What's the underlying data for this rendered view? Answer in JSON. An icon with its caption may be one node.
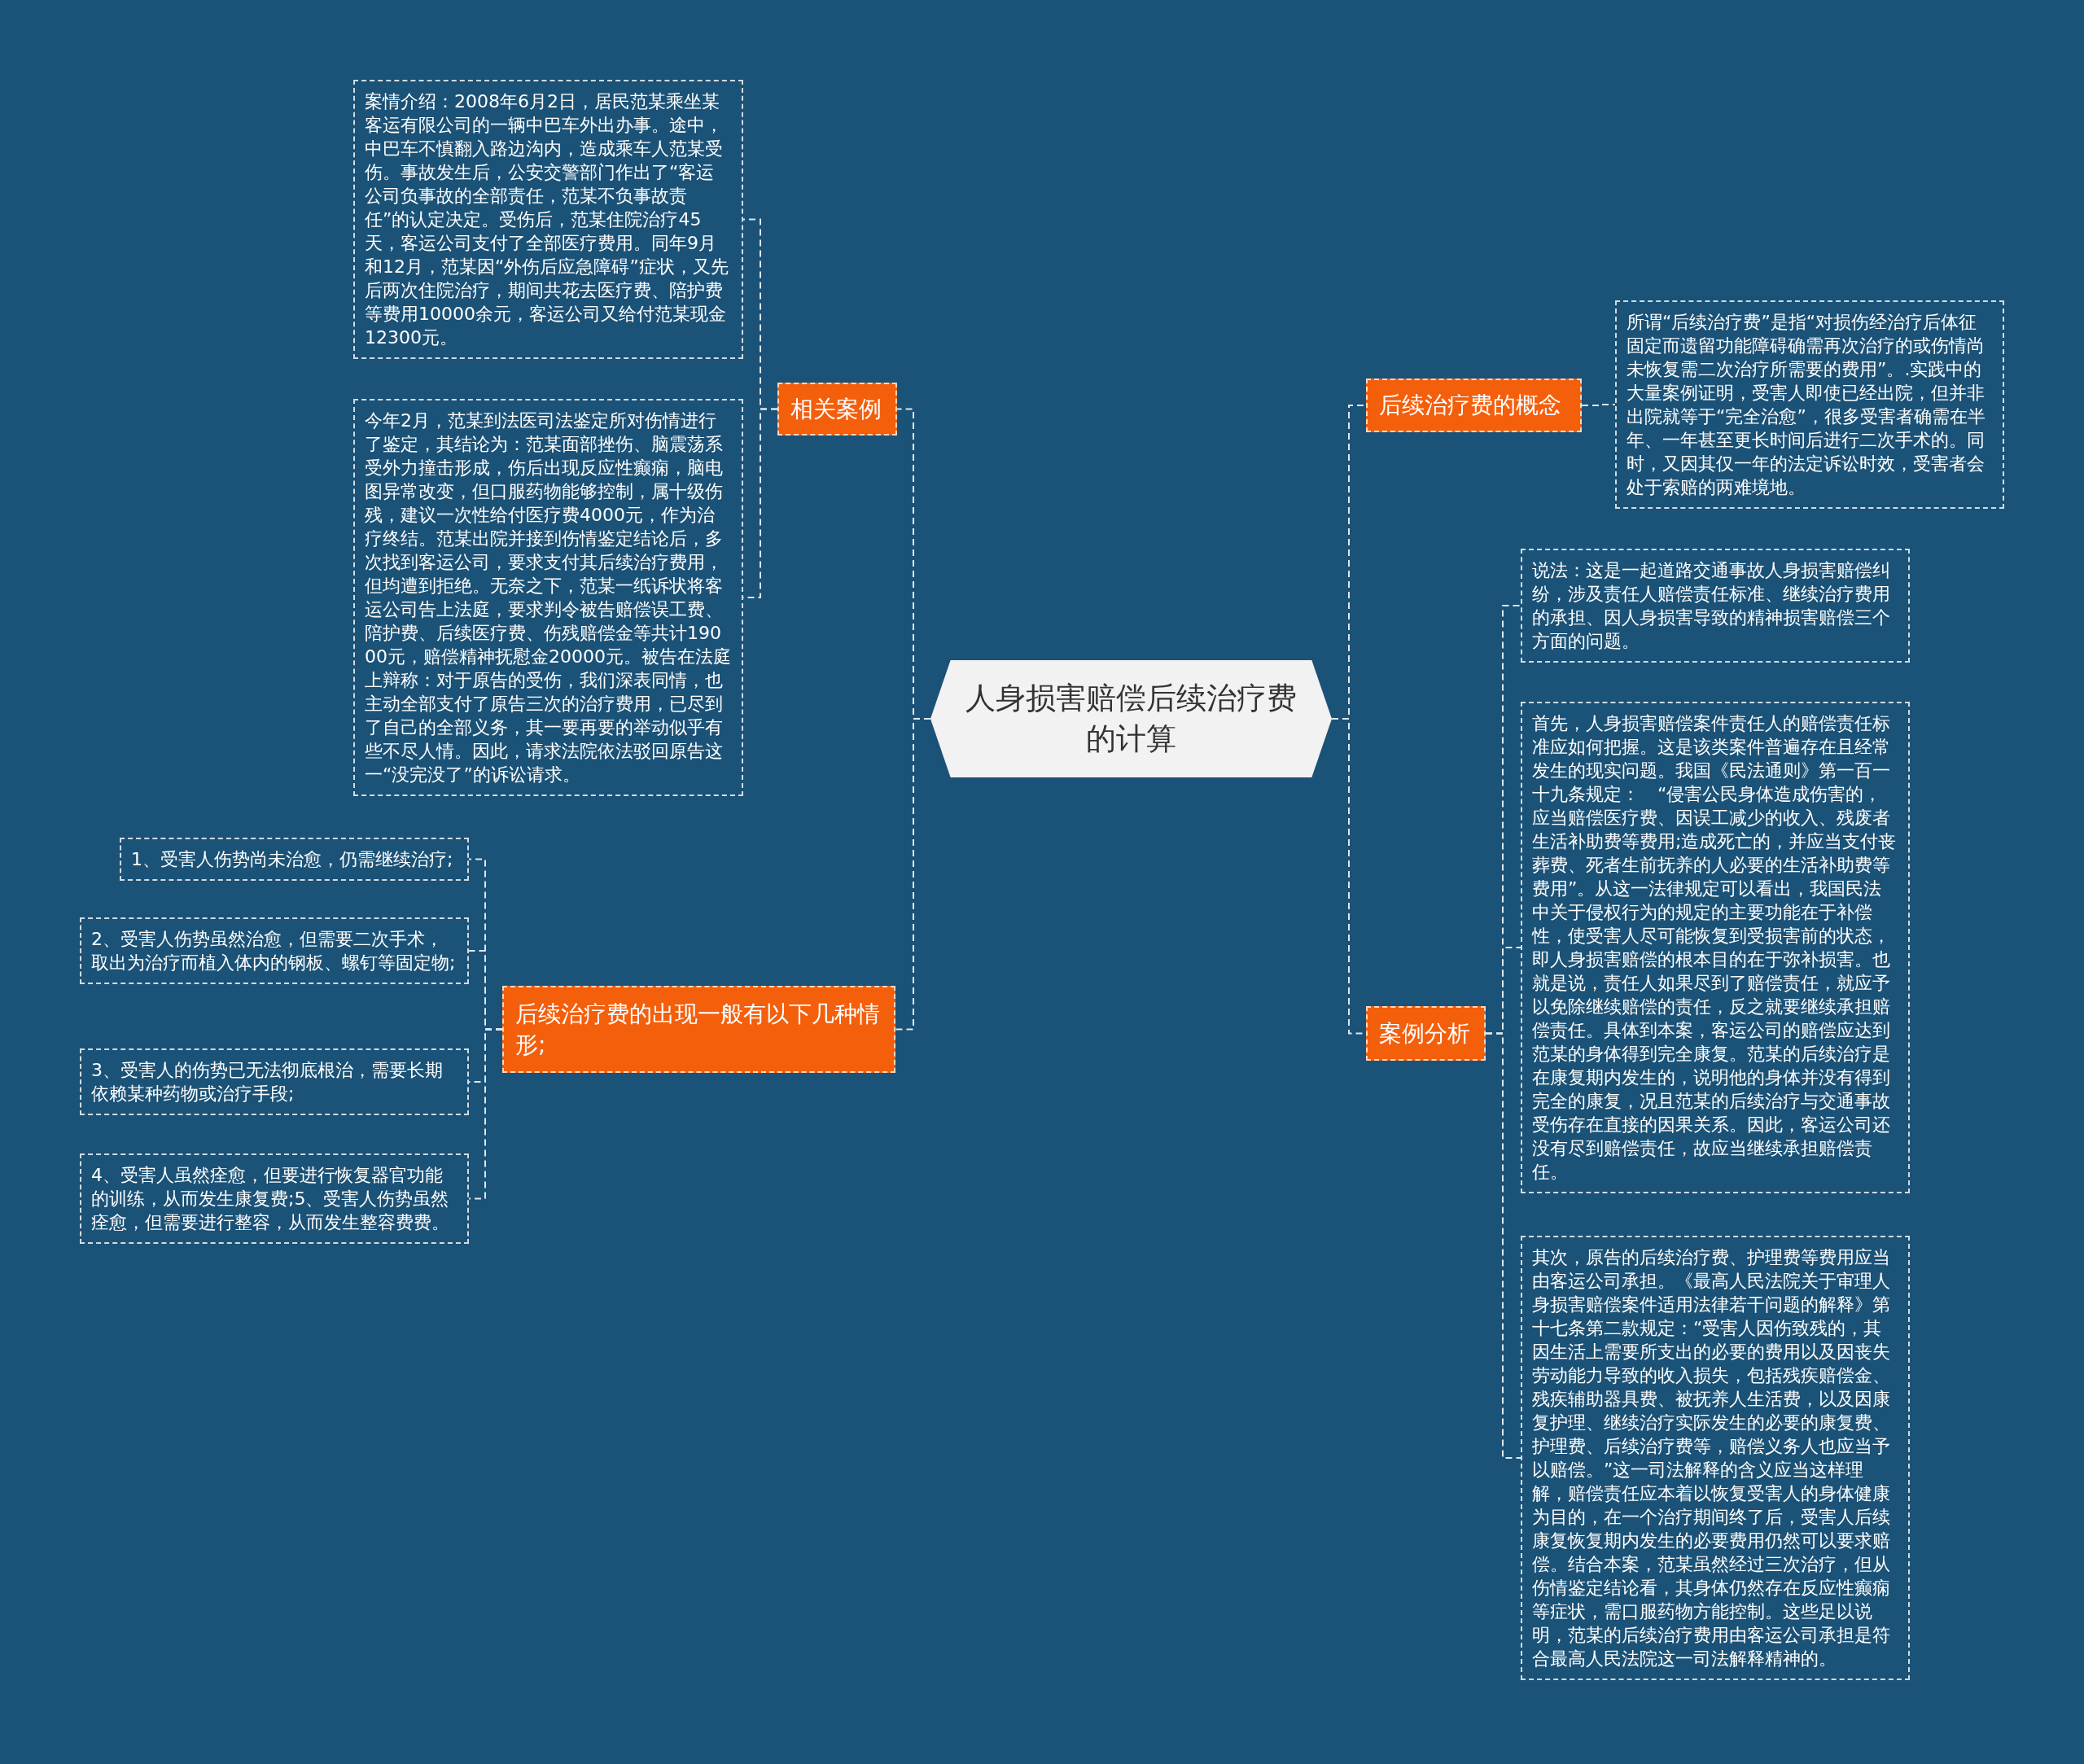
{
  "diagram": {
    "nodes": [
      {
        "text": [
          "人身损害赔偿后续治疗费的计算"
        ]
      },
      {
        "text": [
          "相关案例"
        ]
      },
      {
        "text": [
          "案情介绍：2008年6月2日，居民范某乘坐某客运有限公司的一辆中巴车外出办事。途中，中巴车不慎翻入路边沟内，造成乘车人范某受伤。事故发生后，公安交警部门作出了“客运公司负事故的全部责任，范某不负事故责任”的认定决定。受伤后，范某住院治疗45天，客运公司支付了全部医疗费用。同年9月和12月，范某因“外伤后应急障碍”症状，又先后两次住院治疗，期间共花去医疗费、陪护费等费用10000余元，客运公司又给付范某现金12300元。"
        ]
      },
      {
        "text": [
          "今年2月，范某到法医司法鉴定所对伤情进行了鉴定，其结论为：范某面部挫伤、脑震荡系受外力撞击形成，伤后出现反应性癫痫，脑电图异常改变，但口服药物能够控制，属十级伤残，建议一次性给付医疗费4000元，作为治疗终结。范某出院并接到伤情鉴定结论后，多次找到客运公司，要求支付其后续治疗费用，但均遭到拒绝。无奈之下，范某一纸诉状将客运公司告上法庭，要求判令被告赔偿误工费、陪护费、后续医疗费、伤残赔偿金等共计19000元，赔偿精神抚慰金20000元。被告在法庭上辩称：对于原告的受伤，我们深表同情，也主动全部支付了原告三次的治疗费用，已尽到了自己的全部义务，其一要再要的举动似乎有些不尽人情。因此，请求法院依法驳回原告这一“没完没了”的诉讼请求。"
        ]
      },
      {
        "text": [
          "后续治疗费的出现一般有以下几种情形;"
        ]
      },
      {
        "text": [
          "1、受害人伤势尚未治愈，仍需继续治疗;"
        ]
      },
      {
        "text": [
          "2、受害人伤势虽然治愈，但需要二次手术，取出为治疗而植入体内的钢板、螺钉等固定物;"
        ]
      },
      {
        "text": [
          "3、受害人的伤势已无法彻底根治，需要长期依赖某种药物或治疗手段;"
        ]
      },
      {
        "text": [
          "4、受害人虽然痊愈，但要进行恢复器官功能的训练，从而发生康复费;5、受害人伤势虽然痊愈，但需要进行整容，从而发生整容费费。"
        ]
      },
      {
        "text": [
          "后续治疗费的概念"
        ]
      },
      {
        "text": [
          "所谓“后续治疗费”是指“对损伤经治疗后体征固定而遗留功能障碍确需再次治疗的或伤情尚未恢复需二次治疗所需要的费用”。.实践中的大量案例证明，受害人即使已经出院，但并非出院就等于“完全治愈”，很多受害者确需在半年、一年甚至更长时间后进行二次手术的。同时，又因其仅一年的法定诉讼时效，受害者会处于索赔的两难境地。"
        ]
      },
      {
        "text": [
          "案例分析"
        ]
      },
      {
        "text": [
          "说法：这是一起道路交通事故人身损害赔偿纠纷，涉及责任人赔偿责任标准、继续治疗费用的承担、因人身损害导致的精神损害赔偿三个方面的问题。"
        ]
      },
      {
        "text": [
          "首先，人身损害赔偿案件责任人的赔偿责任标准应如何把握。这是该类案件普遍存在且经常发生的现实问题。我国《民法通则》第一百一十九条规定：　“侵害公民身体造成伤害的，应当赔偿医疗费、因误工减少的收入、残废者生活补助费等费用;造成死亡的，并应当支付丧葬费、死者生前抚养的人必要的生活补助费等费用”。从这一法律规定可以看出，我国民法中关于侵权行为的规定的主要功能在于补偿性，使受害人尽可能恢复到受损害前的状态，即人身损害赔偿的根本目的在于弥补损害。也就是说，责任人如果尽到了赔偿责任，就应予以免除继续赔偿的责任，反之就要继续承担赔偿责任。具体到本案，客运公司的赔偿应达到范某的身体得到完全康复。范某的后续治疗是在康复期内发生的，说明他的身体并没有得到完全的康复，况且范某的后续治疗与交通事故受伤存在直接的因果关系。因此，客运公司还没有尽到赔偿责任，故应当继续承担赔偿责任。"
        ]
      },
      {
        "text": [
          "其次，原告的后续治疗费、护理费等费用应当由客运公司承担。《最高人民法院关于审理人身损害赔偿案件适用法律若干问题的解释》第十七条第二款规定：“受害人因伤致残的，其因生活上需要所支出的必要的费用以及因丧失劳动能力导致的收入损失，包括残疾赔偿金、残疾辅助器具费、被抚养人生活费，以及因康复护理、继续治疗实际发生的必要的康复费、护理费、后续治疗费等，赔偿义务人也应当予以赔偿。”这一司法解释的含义应当这样理解，赔偿责任应本着以恢复受害人的身体健康为目的，在一个治疗期间终了后，受害人后续康复恢复期内发生的必要费用仍然可以要求赔偿。结合本案，范某虽然经过三次治疗，但从伤情鉴定结论看，其身体仍然存在反应性癫痫等症状，需口服药物方能控制。这些足以说明，范某的后续治疗费用由客运公司承担是符合最高人民法院这一司法解释精神的。"
        ]
      }
    ],
    "edges": [
      {
        "from": 0,
        "to": 1,
        "arrow": "none"
      },
      {
        "from": 1,
        "to": 2,
        "arrow": "none"
      },
      {
        "from": 1,
        "to": 3,
        "arrow": "none"
      },
      {
        "from": 0,
        "to": 4,
        "arrow": "none"
      },
      {
        "from": 4,
        "to": 5,
        "arrow": "none"
      },
      {
        "from": 4,
        "to": 6,
        "arrow": "none"
      },
      {
        "from": 4,
        "to": 7,
        "arrow": "none"
      },
      {
        "from": 4,
        "to": 8,
        "arrow": "none"
      },
      {
        "from": 0,
        "to": 9,
        "arrow": "none"
      },
      {
        "from": 9,
        "to": 10,
        "arrow": "none"
      },
      {
        "from": 0,
        "to": 11,
        "arrow": "none"
      },
      {
        "from": 11,
        "to": 12,
        "arrow": "none"
      },
      {
        "from": 11,
        "to": 13,
        "arrow": "none"
      },
      {
        "from": 11,
        "to": 14,
        "arrow": "none"
      }
    ]
  }
}
